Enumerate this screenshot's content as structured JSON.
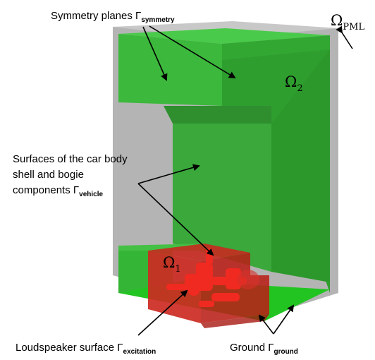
{
  "labels": {
    "symmetry": {
      "text": "Symmetry planes Γ",
      "sub": "symmetry"
    },
    "vehicle": {
      "line1": "Surfaces of the car body",
      "line2": "shell and bogie",
      "line3": "components Γ",
      "sub": "vehicle"
    },
    "excitation": {
      "text": "Loudspeaker surface Γ",
      "sub": "excitation"
    },
    "ground": {
      "text": "Ground Γ",
      "sub": "ground"
    }
  },
  "domains": {
    "pml": {
      "symbol": "Ω",
      "sub": "PML"
    },
    "omega2": {
      "symbol": "Ω",
      "sub": "2"
    },
    "omega1": {
      "symbol": "Ω",
      "sub": "1"
    }
  },
  "colors": {
    "pml_gray": "#a8a8a8",
    "domain_green": "#3fb43f",
    "vehicle_red": "#d0201a",
    "ground_green": "#22c422",
    "arrow": "#000000"
  }
}
